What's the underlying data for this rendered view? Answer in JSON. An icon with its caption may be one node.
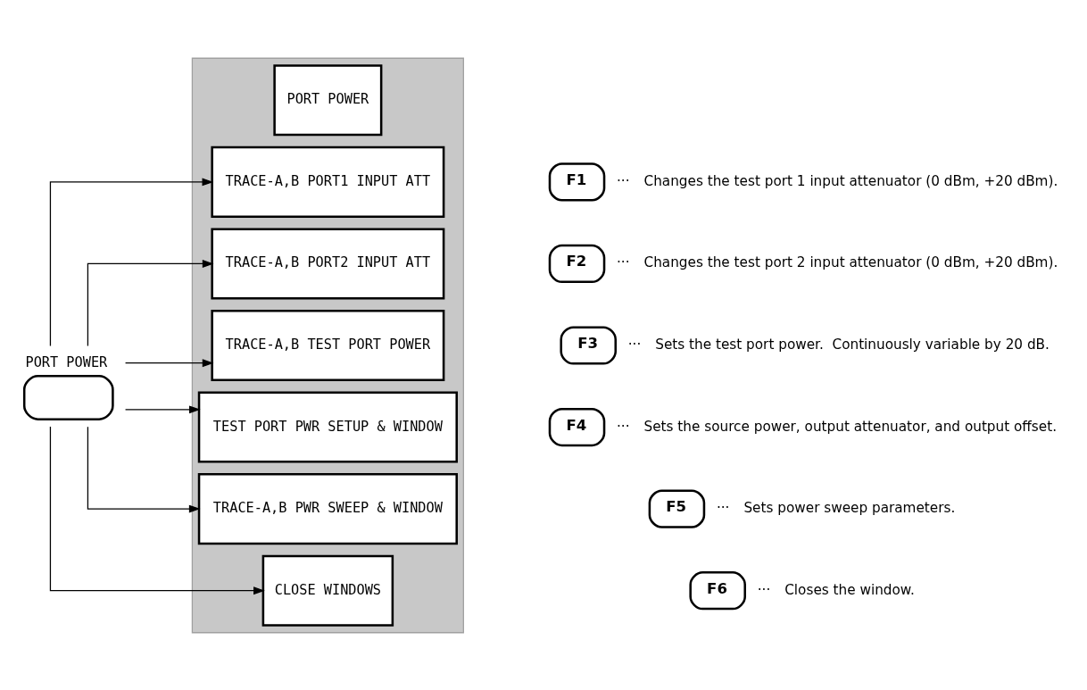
{
  "diagram": {
    "nodes": [
      {
        "text": [
          "PORT POWER"
        ]
      },
      {
        "text": [],
        "shape": "bar"
      },
      {
        "text": [
          "PORT POWER"
        ],
        "in": 1
      },
      {
        "text": [
          "TRACE-A,B PORT1 INPUT ATT"
        ],
        "in": 1
      },
      {
        "text": [
          "TRACE-A,B PORT2 INPUT ATT"
        ],
        "in": 1
      },
      {
        "text": [
          "TRACE-A,B TEST PORT POWER"
        ],
        "in": 1
      },
      {
        "text": [
          "TEST PORT PWR SETUP & WINDOW"
        ],
        "in": 1
      },
      {
        "text": [
          "TRACE-A,B PWR SWEEP & WINDOW"
        ],
        "in": 1
      },
      {
        "text": [
          "CLOSE WINDOWS"
        ],
        "in": 1
      },
      {
        "text": [
          "F1"
        ],
        "beside": [
          "···",
          "Changes the test port 1 input attenuator (0 dBm, +20 dBm)."
        ]
      },
      {
        "text": [
          "F2"
        ],
        "beside": [
          "···",
          "Changes the test port 2 input attenuator (0 dBm, +20 dBm)."
        ]
      },
      {
        "text": [
          "F3"
        ],
        "beside": [
          "···",
          "Sets the test port power.  Continuously variable by 20 dB."
        ]
      },
      {
        "text": [
          "F4"
        ],
        "beside": [
          "···",
          "Sets the source power, output attenuator, and output offset."
        ]
      },
      {
        "text": [
          "F5"
        ],
        "beside": [
          "···",
          "Sets power sweep parameters."
        ]
      },
      {
        "text": [
          "F6"
        ],
        "beside": [
          "···",
          "Closes the window."
        ]
      }
    ],
    "edges": [
      {
        "from": 0,
        "to": 3,
        "arrow": "to"
      },
      {
        "from": 0,
        "to": 4,
        "arrow": "to"
      },
      {
        "from": 0,
        "to": 5,
        "arrow": "to"
      },
      {
        "from": 0,
        "to": 6,
        "arrow": "to"
      },
      {
        "from": 0,
        "to": 7,
        "arrow": "to"
      },
      {
        "from": 0,
        "to": 8,
        "arrow": "to"
      }
    ]
  }
}
